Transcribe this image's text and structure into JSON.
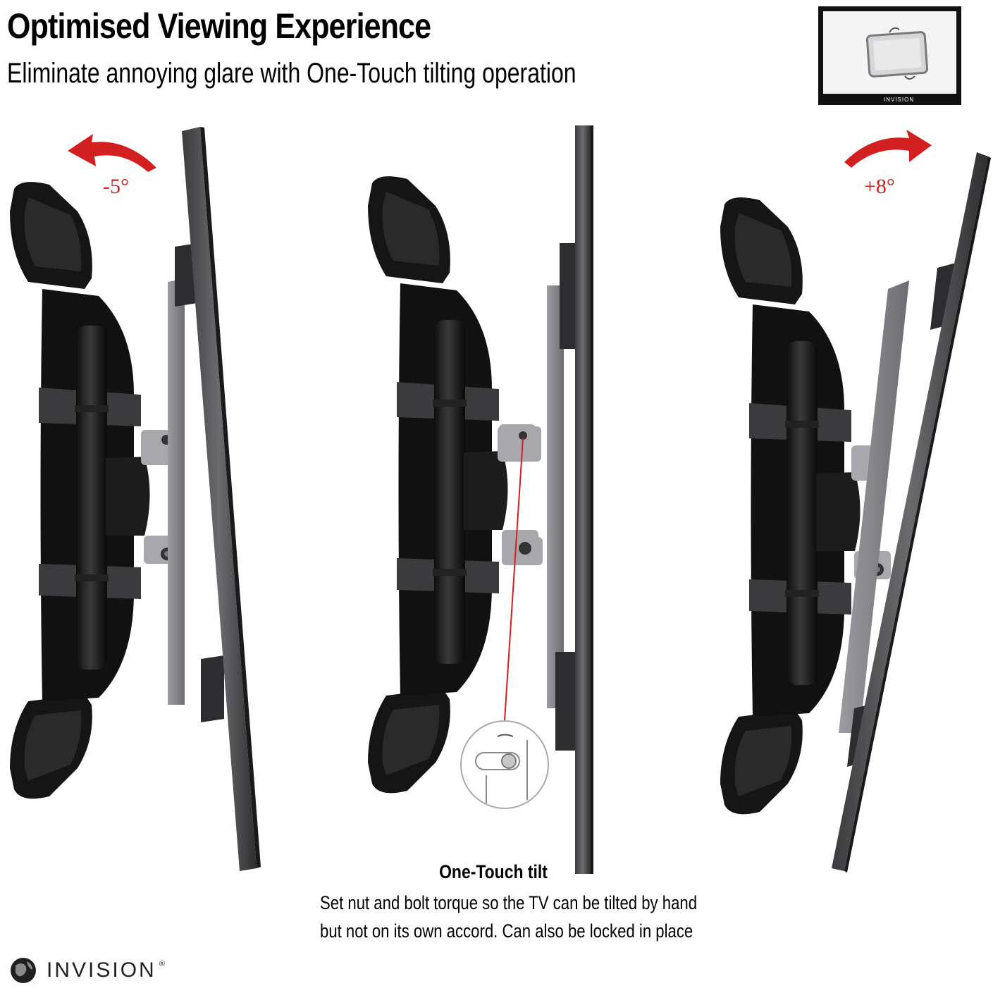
{
  "header": {
    "title": "Optimised Viewing Experience",
    "subtitle": "Eliminate annoying glare with One-Touch tilting operation"
  },
  "tilt_positions": {
    "left": {
      "angle_label": "-5°"
    },
    "center": {
      "angle_label": ""
    },
    "right": {
      "angle_label": "+8°"
    }
  },
  "caption": {
    "title": "One-Touch tilt",
    "line1": "Set nut and bolt torque so the TV  can be tilted by hand",
    "line2": "but not on its own accord. Can also be locked in place"
  },
  "brand": {
    "name": "INVISION",
    "registered": "®",
    "thumbnail_label": "INVISION"
  },
  "colors": {
    "arrow": "#d21f1f",
    "panel": "#5a5a5c",
    "mount": "#1b1b1b",
    "bracket": "#8a8a8e"
  },
  "icons": [
    "globe-icon",
    "tilt-rotate-icon",
    "curved-arrow-icon"
  ]
}
